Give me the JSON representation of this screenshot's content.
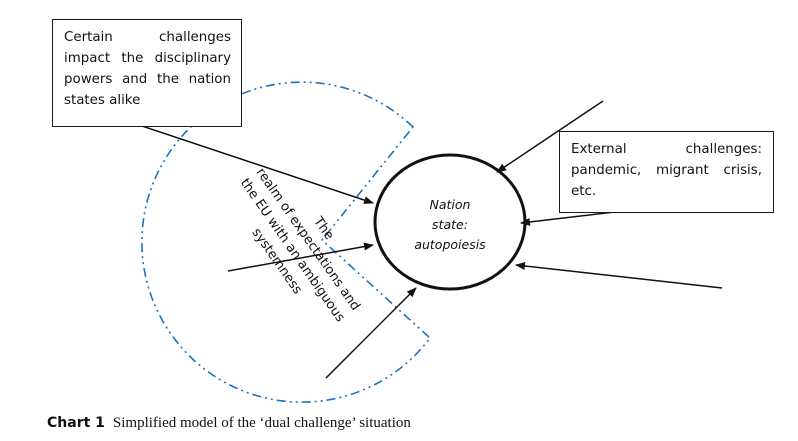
{
  "diagram": {
    "boxes": {
      "left": {
        "lines": [
          "Certain challenges",
          "impact the disciplinary",
          "powers and the nation",
          "states alike"
        ]
      },
      "right": {
        "lines": [
          "External challenges:",
          "pandemic, migrant crisis,",
          "etc."
        ]
      }
    },
    "center_node": {
      "lines": [
        "Nation",
        "state:",
        "autopoiesis"
      ]
    },
    "realm": {
      "lines": [
        "The",
        "realm of expectations and",
        "the EU with an ambiguous",
        "systemness"
      ]
    },
    "colors": {
      "realm_outline": "#1b72c4",
      "lines": "#111111"
    }
  },
  "caption": {
    "label": "Chart 1",
    "text": "Simplified model of the ‘dual challenge’ situation"
  }
}
